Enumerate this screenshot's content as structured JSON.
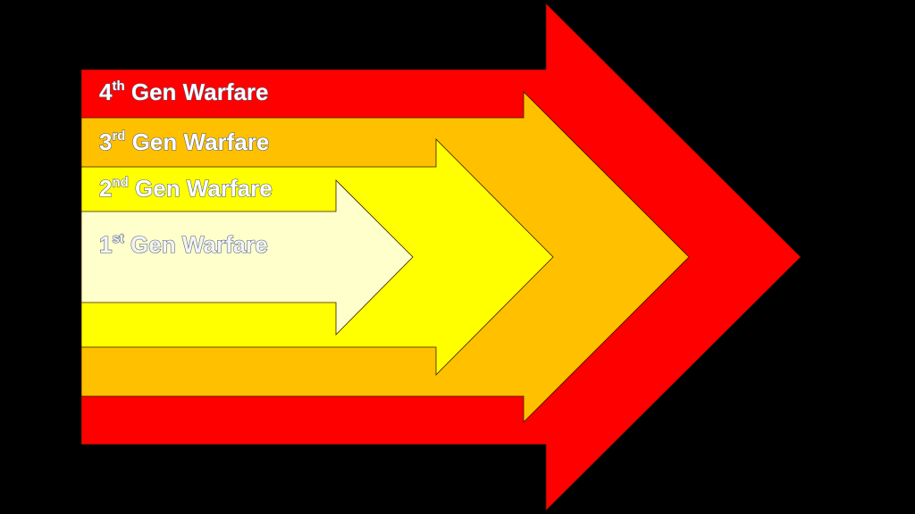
{
  "diagram": {
    "background_color": "#000000",
    "arrows": [
      {
        "name": "gen-4",
        "color": "#ff0000",
        "label": {
          "number": "4",
          "suffix": "th",
          "text": "Gen Warfare"
        }
      },
      {
        "name": "gen-3",
        "color": "#ffc000",
        "label": {
          "number": "3",
          "suffix": "rd",
          "text": "Gen Warfare"
        }
      },
      {
        "name": "gen-2",
        "color": "#ffff00",
        "label": {
          "number": "2",
          "suffix": "nd",
          "text": "Gen Warfare"
        }
      },
      {
        "name": "gen-1",
        "color": "#ffffcc",
        "label": {
          "number": "1",
          "suffix": "st",
          "text": "Gen Warfare"
        }
      }
    ]
  }
}
